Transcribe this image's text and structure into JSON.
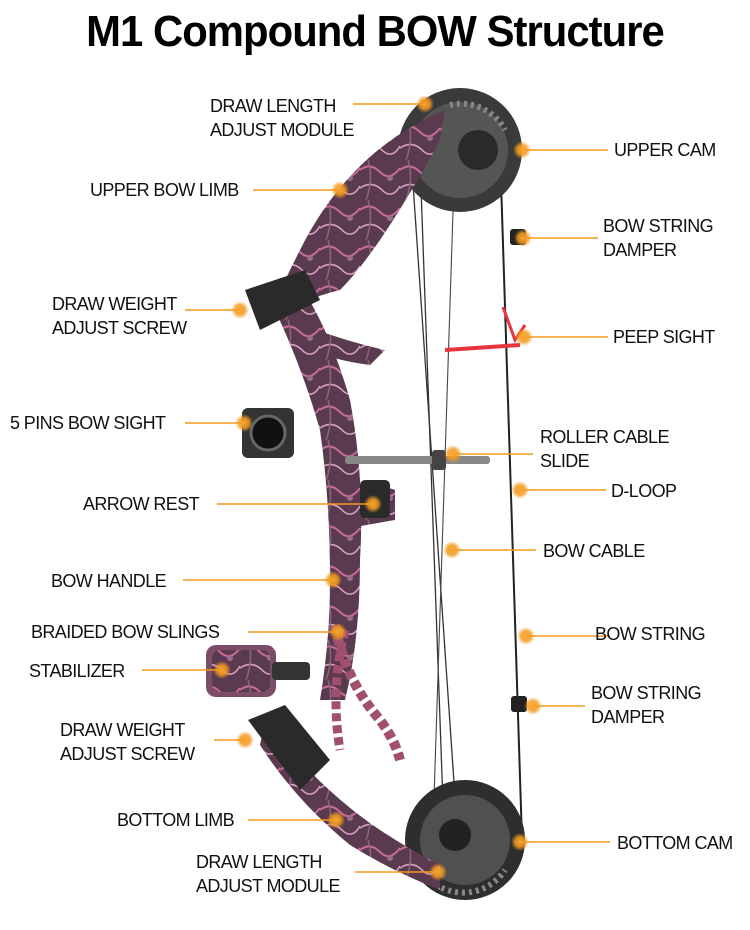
{
  "title": "M1 Compound BOW Structure",
  "colors": {
    "accent": "#f39a1e",
    "bow_camo": "#5a3a4e",
    "camo_pink": "#c86a9a",
    "sling": "#a0506e",
    "peep": "#e8343c",
    "cam": "#2c2c2c"
  },
  "labels": {
    "draw_length_upper": [
      "DRAW LENGTH",
      "ADJUST MODULE"
    ],
    "upper_bow_limb": [
      "UPPER BOW LIMB"
    ],
    "draw_weight_upper": [
      "DRAW WEIGHT",
      "ADJUST SCREW"
    ],
    "pins_sight": [
      "5 PINS BOW SIGHT"
    ],
    "arrow_rest": [
      "ARROW REST"
    ],
    "bow_handle": [
      "BOW HANDLE"
    ],
    "slings": [
      "BRAIDED BOW SLINGS"
    ],
    "stabilizer": [
      "STABILIZER"
    ],
    "draw_weight_lower": [
      "DRAW WEIGHT",
      "ADJUST SCREW"
    ],
    "bottom_limb": [
      "BOTTOM LIMB"
    ],
    "draw_length_lower": [
      "DRAW LENGTH",
      "ADJUST MODULE"
    ],
    "upper_cam": [
      "UPPER CAM"
    ],
    "string_damper_upper": [
      "BOW STRING",
      "DAMPER"
    ],
    "peep_sight": [
      "PEEP SIGHT"
    ],
    "roller_cable_slide": [
      "ROLLER CABLE",
      "SLIDE"
    ],
    "d_loop": [
      "D-LOOP"
    ],
    "bow_cable": [
      "BOW CABLE"
    ],
    "bow_string": [
      "BOW STRING"
    ],
    "string_damper_lower": [
      "BOW STRING",
      "DAMPER"
    ],
    "bottom_cam": [
      "BOTTOM CAM"
    ]
  }
}
